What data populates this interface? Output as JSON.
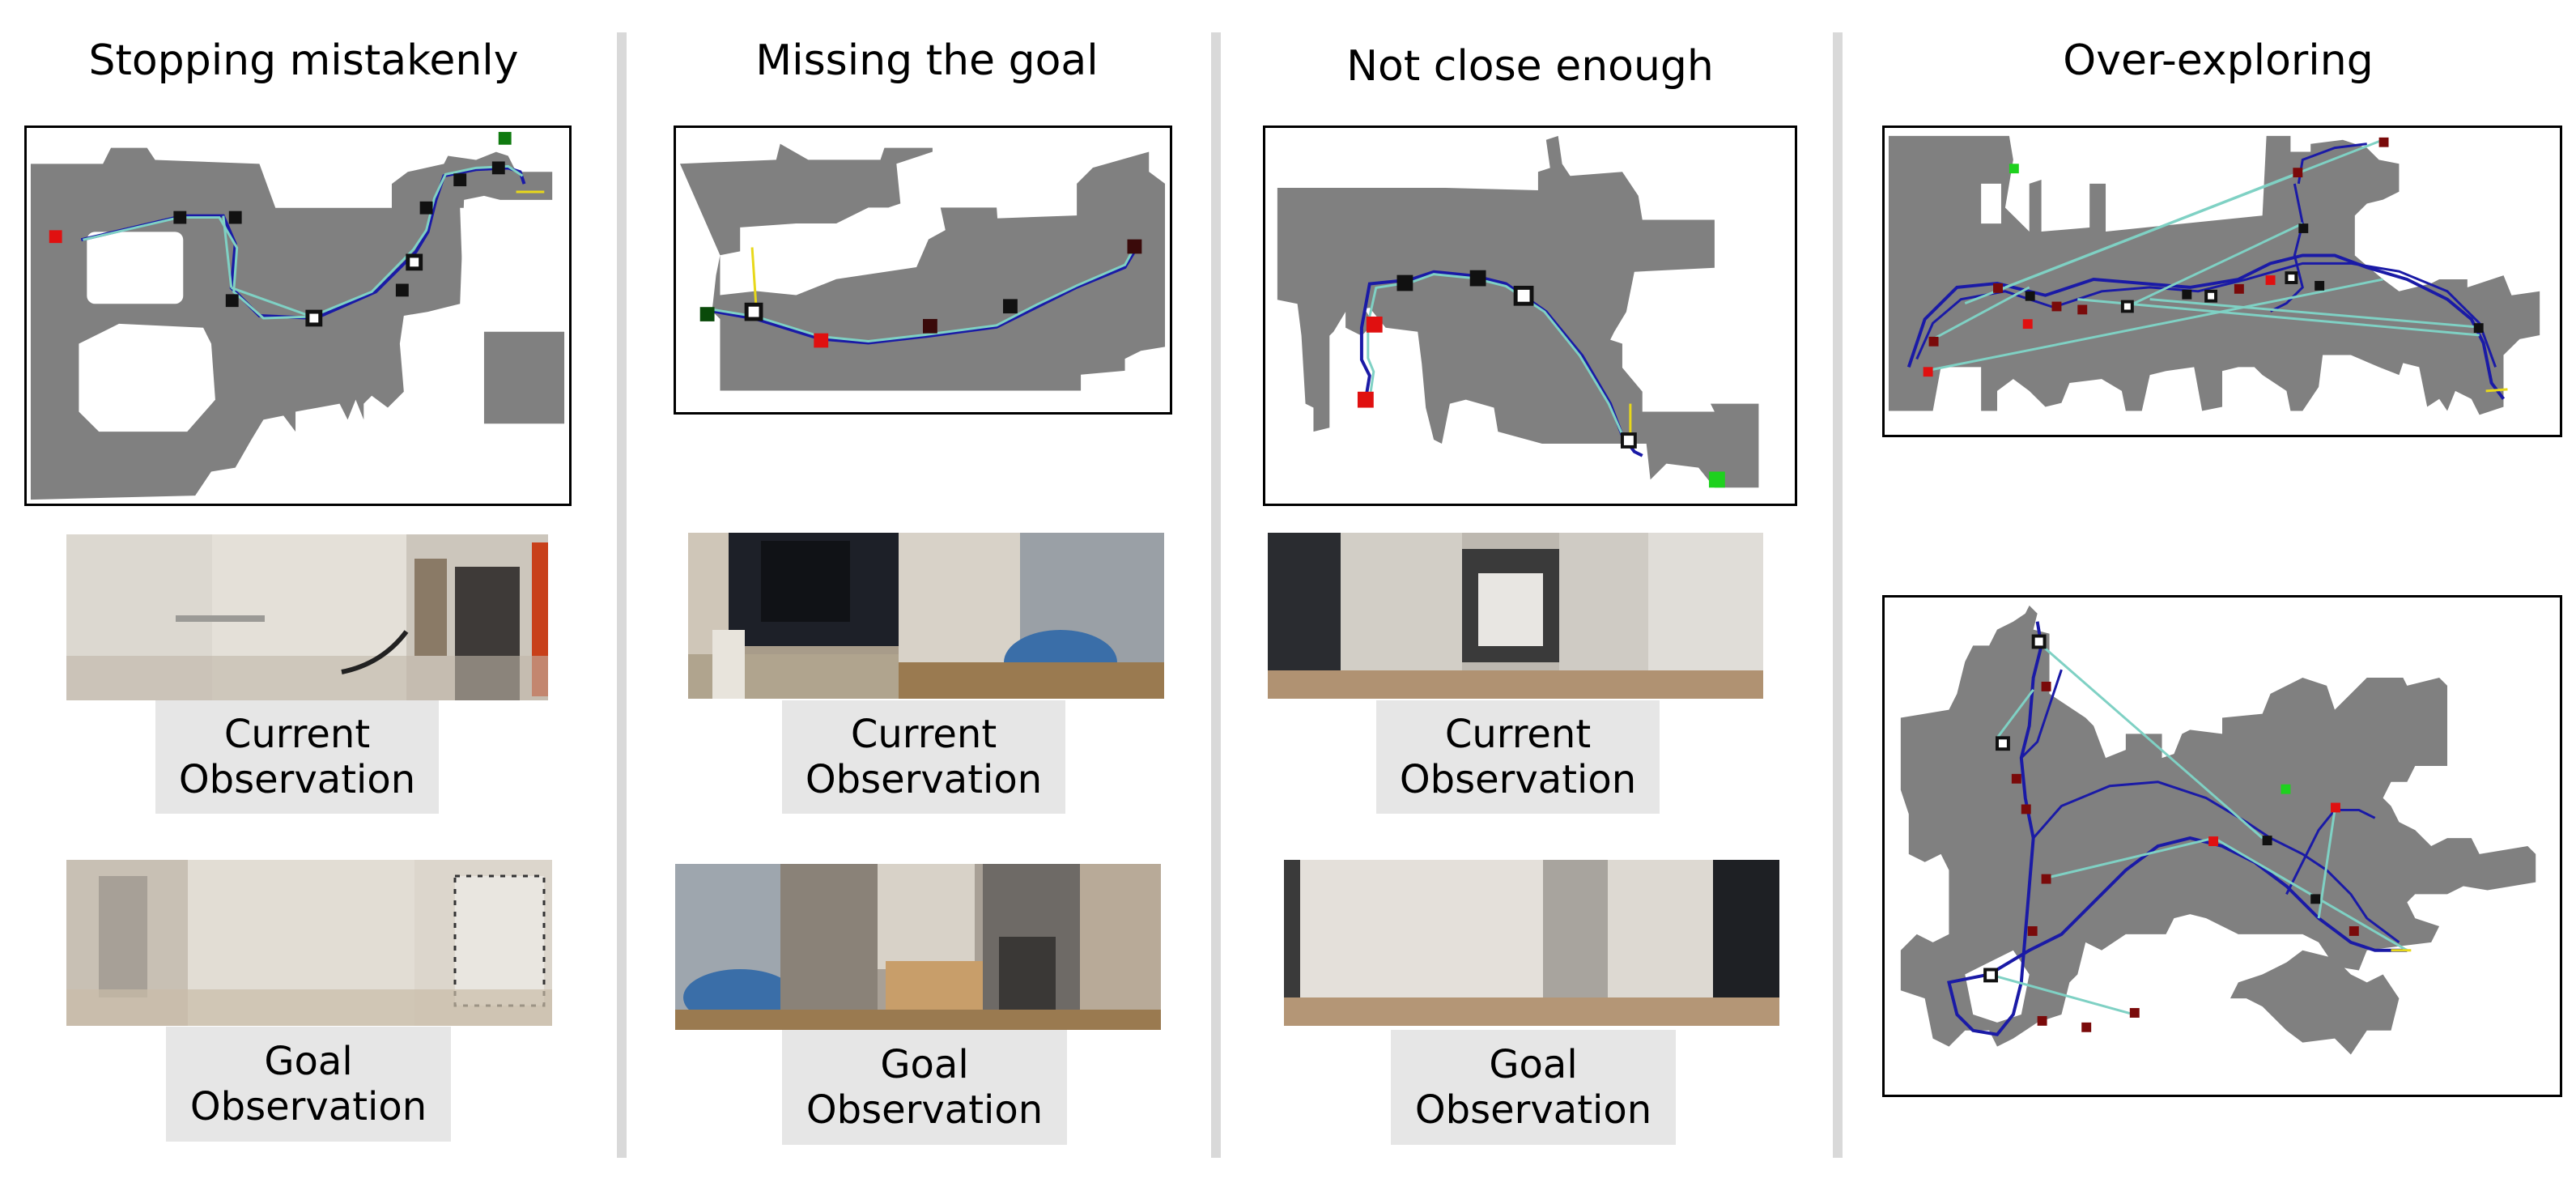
{
  "columns": [
    {
      "title": "Stopping mistakenly",
      "current_label_1": "Current",
      "current_label_2": "Observation",
      "goal_label_1": "Goal",
      "goal_label_2": "Observation"
    },
    {
      "title": "Missing the goal",
      "current_label_1": "Current",
      "current_label_2": "Observation",
      "goal_label_1": "Goal",
      "goal_label_2": "Observation"
    },
    {
      "title": "Not close enough",
      "current_label_1": "Current",
      "current_label_2": "Observation",
      "goal_label_1": "Goal",
      "goal_label_2": "Observation"
    },
    {
      "title": "Over-exploring"
    }
  ],
  "colors": {
    "map_gray": "#808080",
    "trajectory": "#1a1aa6",
    "graph_edge": "#7fd1c4",
    "node_black": "#111111",
    "node_red": "#e01010",
    "node_dark_red": "#7a0a0a",
    "goal_green": "#1ed11e",
    "agent_yellow": "#e8d81a",
    "separator": "#d9d9d9",
    "label_bg": "#e6e6e6"
  }
}
